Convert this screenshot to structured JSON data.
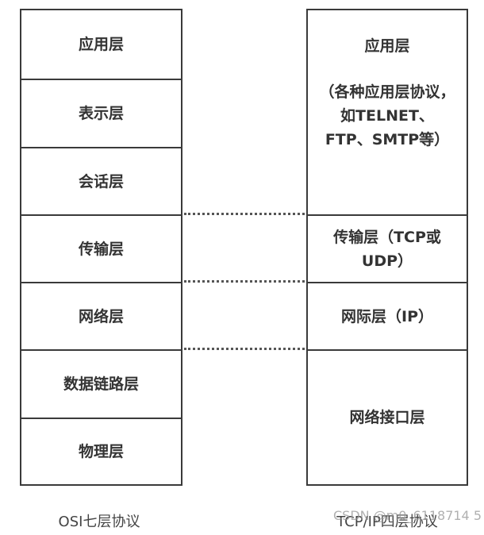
{
  "osi": {
    "layers": [
      "应用层",
      "表示层",
      "会话层",
      "传输层",
      "网络层",
      "数据链路层",
      "物理层"
    ],
    "caption": "OSI七层协议"
  },
  "tcpip": {
    "layers": [
      "应用层",
      "（各种应用层协议，如TELNET、FTP、SMTP等）",
      "传输层（TCP或UDP）",
      "网际层（IP）",
      "网络接口层"
    ],
    "caption": "TCP/IP四层协议"
  },
  "watermark": "CSDN @m0_6118714 5"
}
